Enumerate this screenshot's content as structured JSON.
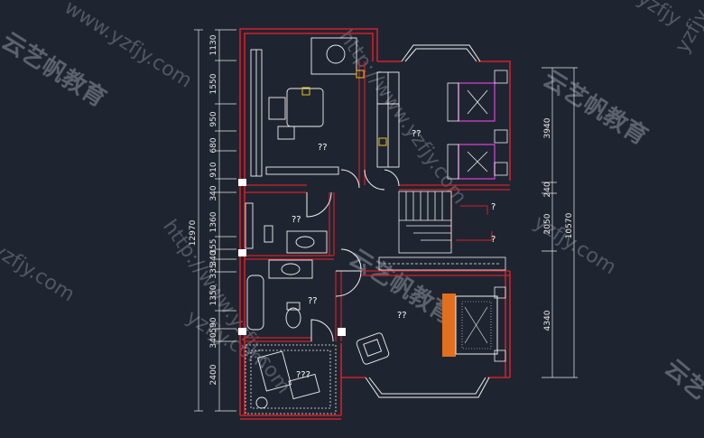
{
  "watermarks": {
    "url": "http://www.yzfjy.com",
    "site": "www.yzfjy.com",
    "host": "yzfjy",
    "domain": "yzfjy.com",
    "brand": "云艺帆教育",
    "brand_short": "云艺"
  },
  "dimensions": {
    "left_total": "12970",
    "left_segments": [
      "1130",
      "1550",
      "950",
      "680",
      "910",
      "340",
      "1360",
      "355",
      "340",
      "335",
      "1350",
      "590",
      "340",
      "2400"
    ],
    "right_total": "10570",
    "right_segments": [
      "3940",
      "240",
      "2050",
      "4340"
    ]
  },
  "room_labels": {
    "study": "??",
    "bedroom_a": "??",
    "bath_upper": "??",
    "bath_lower": "??",
    "master_bedroom": "??",
    "terrace": "???",
    "stair_1": "?",
    "stair_2": "?"
  },
  "colors": {
    "background": "#1f2530",
    "walls": "#d0202a",
    "lines": "#f0f0f0",
    "beds": "#c040c0",
    "fixtures": "#e8c020",
    "wood": "#e07020"
  }
}
